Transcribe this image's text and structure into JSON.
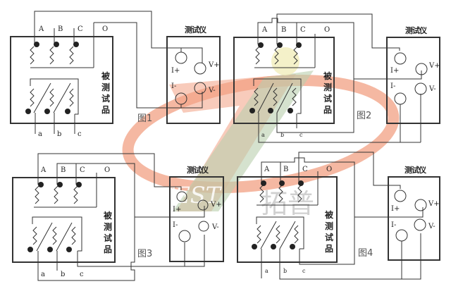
{
  "colors": {
    "line": "#333333",
    "dot": "#222222",
    "watermark_red": "#f2a083",
    "watermark_green": "#b9cfae",
    "watermark_yellow": "#f1eebb",
    "watermark_text": "#bdbdbd"
  },
  "watermark": {
    "logo_text": "TEST",
    "brand_text": "拓普"
  },
  "device_under_test": {
    "label": "被测试品",
    "primary_terminals": [
      "A",
      "B",
      "C",
      "O"
    ],
    "secondary_terminals": [
      "a",
      "b",
      "c"
    ]
  },
  "tester": {
    "title": "测试仪",
    "terminals": {
      "i_plus": "I+",
      "i_minus": "I-",
      "v_plus": "V+",
      "v_minus": "V-"
    }
  },
  "figures": [
    {
      "id": 1,
      "caption": "图1",
      "tester_title": "测试仪"
    },
    {
      "id": 2,
      "caption": "图2",
      "tester_title": "测试仪"
    },
    {
      "id": 3,
      "caption": "图3",
      "tester_title": "测试仪"
    },
    {
      "id": 4,
      "caption": "图4",
      "tester_title": "测试仪"
    }
  ]
}
